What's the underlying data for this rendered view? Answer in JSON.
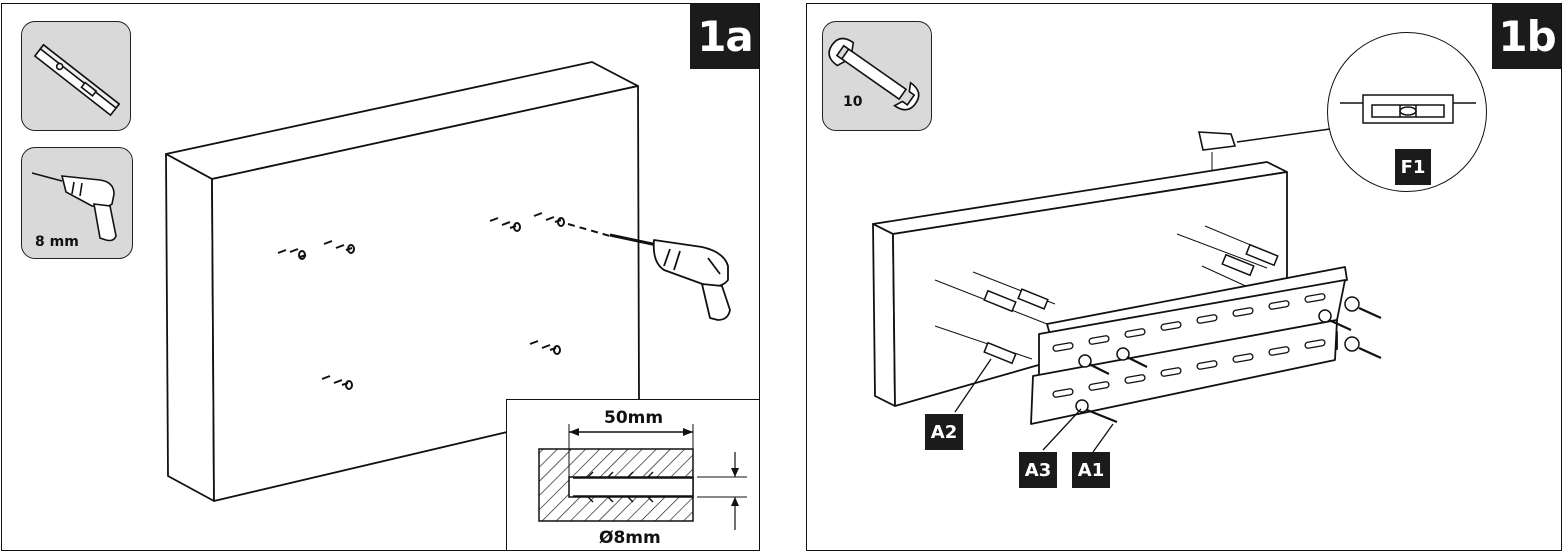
{
  "panels": {
    "a": {
      "step_label": "1a",
      "drill_bit_size": "8 mm",
      "detail_depth": "50mm",
      "detail_diameter": "Ø8mm"
    },
    "b": {
      "step_label": "1b",
      "wrench_size": "10",
      "callouts": {
        "f1": "F1",
        "a1": "A1",
        "a2": "A2",
        "a3": "A3"
      }
    }
  }
}
